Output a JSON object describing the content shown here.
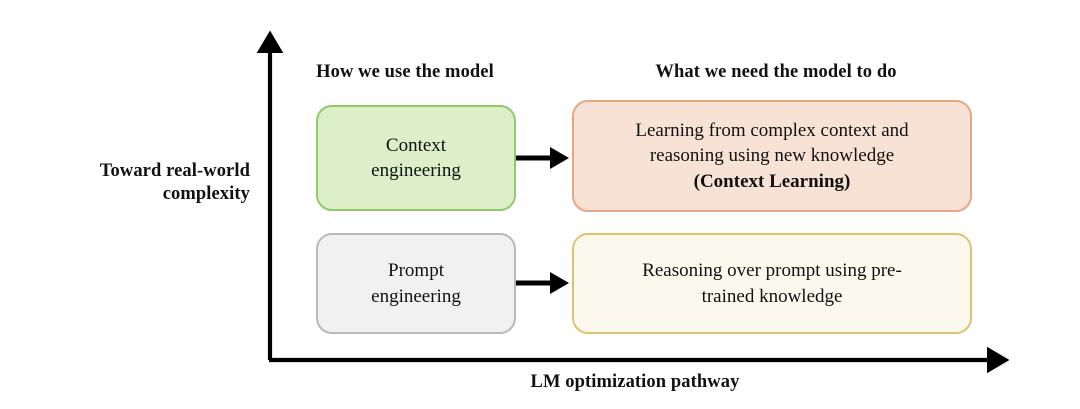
{
  "diagram": {
    "axes": {
      "y_label": "Toward real-world complexity",
      "x_label": "LM optimization pathway",
      "y_label_line1": "Toward real-world",
      "y_label_line2": "complexity",
      "axis_color": "#000000"
    },
    "column_headers": {
      "left": "How we use the model",
      "right": "What we need the model to do"
    },
    "rows": [
      {
        "id": "context",
        "left_node": {
          "line1": "Context",
          "line2": "engineering",
          "fill": "#dcefc8",
          "border": "#8fc96a"
        },
        "right_node": {
          "line1": "Learning from complex context and",
          "line2": "reasoning using new knowledge",
          "line3": "(Context Learning)",
          "line3_bold": true,
          "fill": "#f8e2d6",
          "border": "#e8a581"
        },
        "connector": "arrow-right-icon"
      },
      {
        "id": "prompt",
        "left_node": {
          "line1": "Prompt",
          "line2": "engineering",
          "fill": "#f1f1f1",
          "border": "#b9b9b9"
        },
        "right_node": {
          "line1": "Reasoning over prompt using pre-",
          "line2": "trained knowledge",
          "fill": "#fbf8ee",
          "border": "#dcc46f"
        },
        "connector": "arrow-right-icon"
      }
    ]
  }
}
